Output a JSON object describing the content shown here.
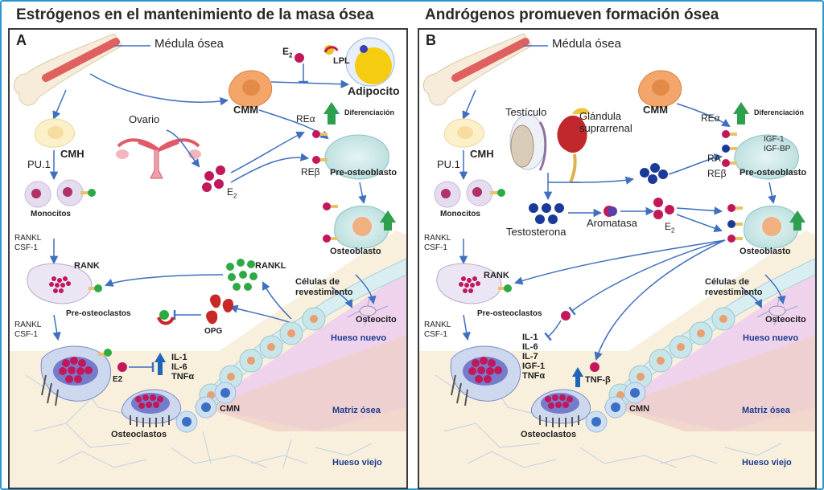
{
  "panel_a": {
    "title": "Estrógenos en el mantenimiento de la masa ósea",
    "letter": "A",
    "medula": "Médula ósea",
    "e2_top": "E",
    "e2_top_sub": "2",
    "lpl": "LPL",
    "adipocito": "Adipocito",
    "cmm": "CMM",
    "diferenciacion": "Diferenciación",
    "ovario": "Ovario",
    "cmh": "CMH",
    "pu1": "PU.1",
    "monocitos": "Monocitos",
    "re_alpha": "REα",
    "re_beta": "REβ",
    "e2_mid": "E",
    "e2_mid_sub": "2",
    "pre_osteoblasto": "Pre-osteoblasto",
    "osteoblasto": "Osteoblasto",
    "rankl_csf1_1": "RANKL\nCSF-1",
    "rankl_csf1_2": "RANKL\nCSF-1",
    "rank": "RANK",
    "rankl": "RANKL",
    "pre_osteoclastos": "Pre-osteoclastos",
    "opg": "OPG",
    "celulas_revestimiento": "Células de\nrevestimiento",
    "osteocito": "Osteocito",
    "hueso_nuevo": "Hueso nuevo",
    "e2_low": "E2",
    "cytokines": "IL-1\nIL-6\nTNFα",
    "cmn": "CMN",
    "matriz_osea": "Matriz ósea",
    "osteoclastos": "Osteoclastos",
    "hueso_viejo": "Hueso viejo"
  },
  "panel_b": {
    "title": "Andrógenos promueven formación ósea",
    "letter": "B",
    "medula": "Médula ósea",
    "cmm": "CMM",
    "testiculo": "Testículo",
    "glandula": "Glándula\nsuprarrenal",
    "re_alpha": "REα",
    "diferenciacion": "Diferenciación",
    "igf": "IGF-1\nIGF-BP",
    "ra": "RA",
    "re_beta": "REβ",
    "pre_osteoblasto": "Pre-osteoblasto",
    "cmh": "CMH",
    "pu1": "PU.1",
    "monocitos": "Monocitos",
    "testosterona": "Testosterona",
    "aromatasa": "Aromatasa",
    "e2": "E",
    "e2_sub": "2",
    "osteoblasto": "Osteoblasto",
    "rankl_csf1_1": "RANKL\nCSF-1",
    "rankl_csf1_2": "RANKL\nCSF-1",
    "rank": "RANK",
    "pre_osteoclastos": "Pre-osteoclastos",
    "celulas_revestimiento": "Células de\nrevestimiento",
    "osteocito": "Osteocito",
    "hueso_nuevo": "Hueso nuevo",
    "cytokines": "IL-1\nIL-6\nIL-7\nIGF-1\nTNFα",
    "tnfb": "TNF-β",
    "cmn": "CMN",
    "matriz_osea": "Matriz ósea",
    "osteoclastos": "Osteoclastos",
    "hueso_viejo": "Hueso viejo"
  },
  "colors": {
    "frame": "#2e95d3",
    "arrow": "#3f6fbf",
    "green_arrow": "#2e9e4f",
    "up_arrow_blue": "#1f66b8",
    "hormone": "#c2185b",
    "receptor_green": "#2eaa45",
    "androgen_blue": "#1a3a9a",
    "bone": "#f3c8c0",
    "new_bone": "#efd2ec",
    "old_bone": "#f8efdc",
    "label_blue": "#1e3d8f"
  },
  "icons": [
    "bone-icon",
    "stem-cell-icon",
    "adipocyte-icon",
    "ovary-icon",
    "testis-icon",
    "adrenal-icon",
    "osteoclast-icon",
    "osteoblast-icon",
    "up-arrow-icon"
  ]
}
